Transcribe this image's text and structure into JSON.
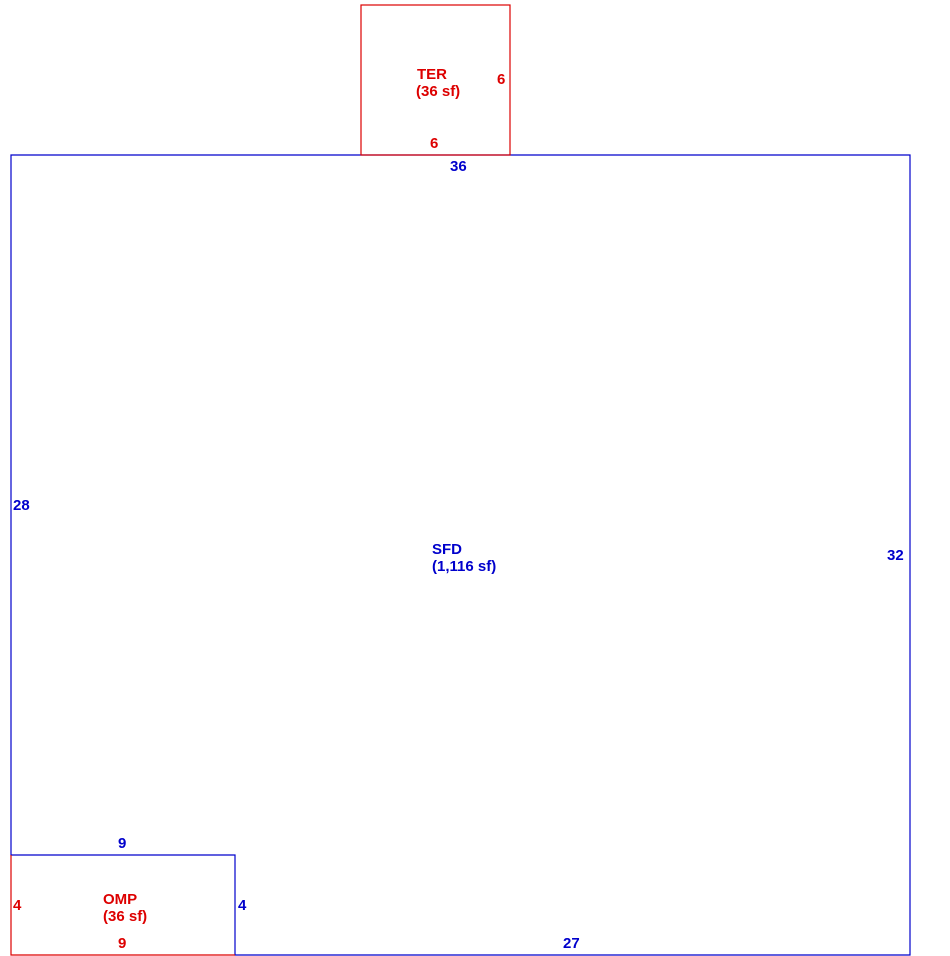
{
  "colors": {
    "main": "#0000cc",
    "addition": "#dd0000"
  },
  "areas": {
    "sfd": {
      "code": "SFD",
      "area": "(1,116 sf)",
      "dims": {
        "top": "36",
        "left": "28",
        "right": "32",
        "bottom": "27",
        "step_top": "9",
        "step_side": "4"
      }
    },
    "ter": {
      "code": "TER",
      "area": "(36 sf)",
      "dims": {
        "side": "6",
        "bottom": "6"
      }
    },
    "omp": {
      "code": "OMP",
      "area": "(36 sf)",
      "dims": {
        "left": "4",
        "bottom": "9"
      }
    }
  }
}
